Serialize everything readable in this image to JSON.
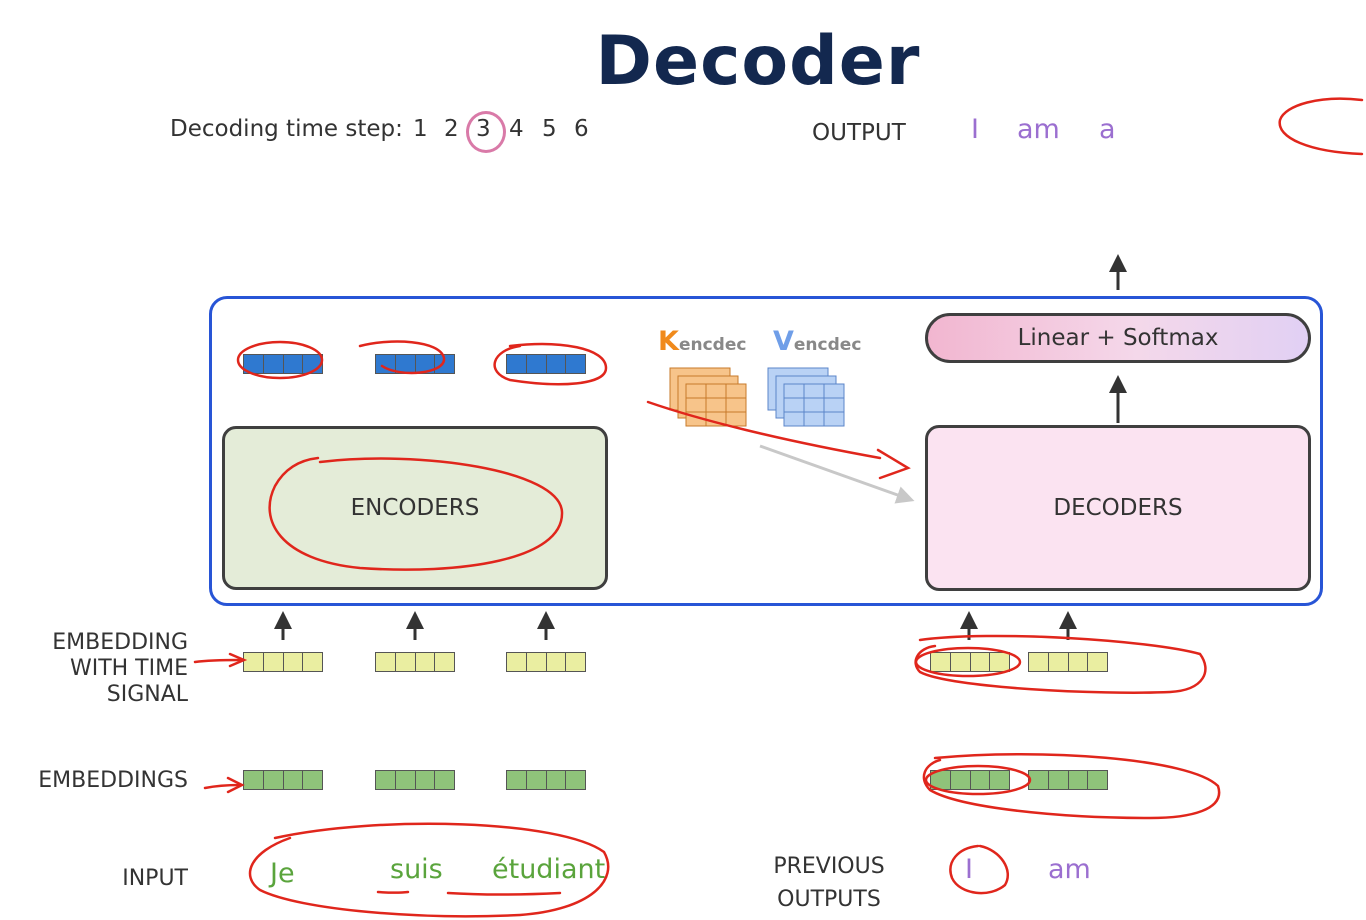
{
  "title": "Decoder",
  "time_steps": {
    "label": "Decoding time step:",
    "steps": [
      "1",
      "2",
      "3",
      "4",
      "5",
      "6"
    ],
    "current": "3"
  },
  "output": {
    "label": "OUTPUT",
    "words": [
      "I",
      "am",
      "a"
    ]
  },
  "encoder": {
    "label": "ENCODERS"
  },
  "decoder": {
    "label": "DECODERS"
  },
  "linear": {
    "label": "Linear + Softmax"
  },
  "kv": {
    "k_letter": "K",
    "k_sub": "encdec",
    "v_letter": "V",
    "v_sub": "encdec"
  },
  "side_labels": {
    "embedding_time": [
      "EMBEDDING",
      "WITH TIME",
      "SIGNAL"
    ],
    "embeddings": "EMBEDDINGS",
    "input": "INPUT",
    "previous": [
      "PREVIOUS",
      "OUTPUTS"
    ]
  },
  "input_words": [
    "Je",
    "suis",
    "étudiant"
  ],
  "previous_words": [
    "I",
    "am"
  ],
  "colors": {
    "frame_blue": "#2855d6",
    "annotation_red": "#e0261c",
    "output_purple": "#9b6fd0",
    "input_green": "#5aa43c",
    "key_orange": "#f08a1c",
    "value_blue": "#6f9ee8"
  }
}
